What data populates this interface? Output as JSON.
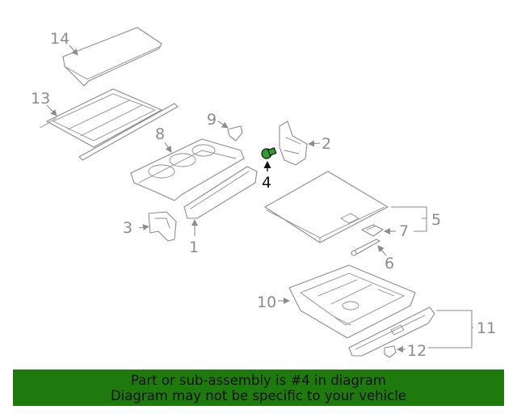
{
  "diagram": {
    "labels": {
      "p1": "1",
      "p2": "2",
      "p3": "3",
      "p4": "4",
      "p5": "5",
      "p6": "6",
      "p7": "7",
      "p8": "8",
      "p9": "9",
      "p10": "10",
      "p11": "11",
      "p12": "12",
      "p13": "13",
      "p14": "14"
    },
    "highlighted_part": "4"
  },
  "banner": {
    "line1": "Part or sub-assembly is #4 in diagram",
    "line2": "Diagram may not be specific to your vehicle"
  },
  "colors": {
    "line_art": "#8c8c8c",
    "highlight_part": "#2e9e2e",
    "banner_bg": "#1f7a0e",
    "banner_text": "#111111"
  }
}
